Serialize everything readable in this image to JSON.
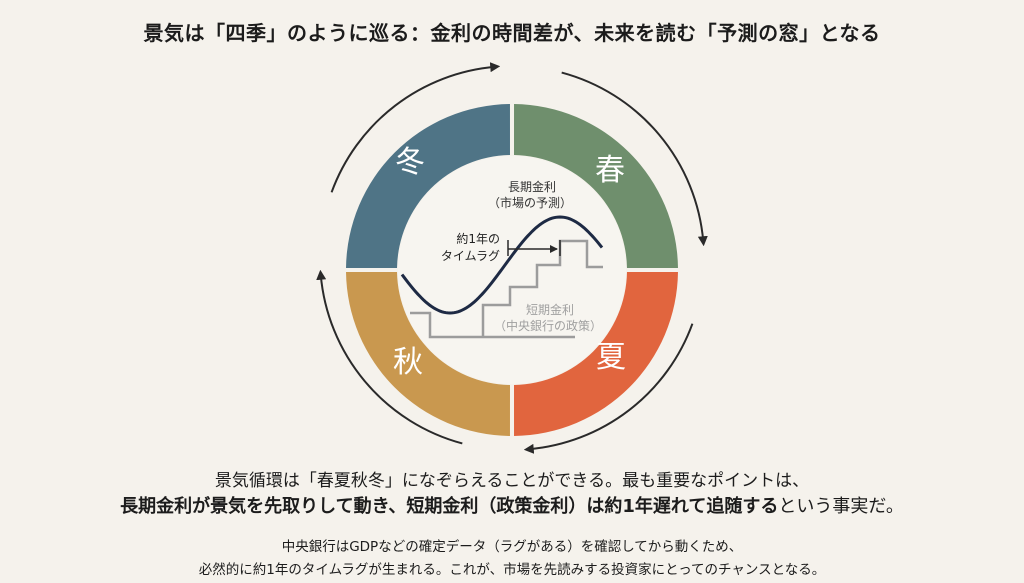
{
  "title": "景気は「四季」のように巡る：金利の時間差が、未来を読む「予測の窓」となる",
  "seasons": {
    "winter": "冬",
    "spring": "春",
    "summer": "夏",
    "autumn": "秋"
  },
  "colors": {
    "winter": "#4f7486",
    "spring": "#6f8f6d",
    "summer": "#e1653e",
    "autumn": "#c9984f",
    "background": "#f5f2ec"
  },
  "diagram": {
    "long_rate": "長期金利",
    "long_rate_sub": "（市場の予測）",
    "lag_1": "約1年の",
    "lag_2": "タイムラグ",
    "short_rate": "短期金利",
    "short_rate_sub": "（中央銀行の政策）"
  },
  "text": {
    "line1": "景気循環は「春夏秋冬」になぞらえることができる。最も重要なポイントは、",
    "line2_bold": "長期金利が景気を先取りして動き、短期金利（政策金利）は約1年遅れて追随する",
    "line2_rest": "という事実だ。",
    "line3": "中央銀行はGDPなどの確定データ（ラグがある）を確認してから動くため、",
    "line4": "必然的に約1年のタイムラグが生まれる。これが、市場を先読みする投資家にとってのチャンスとなる。"
  }
}
